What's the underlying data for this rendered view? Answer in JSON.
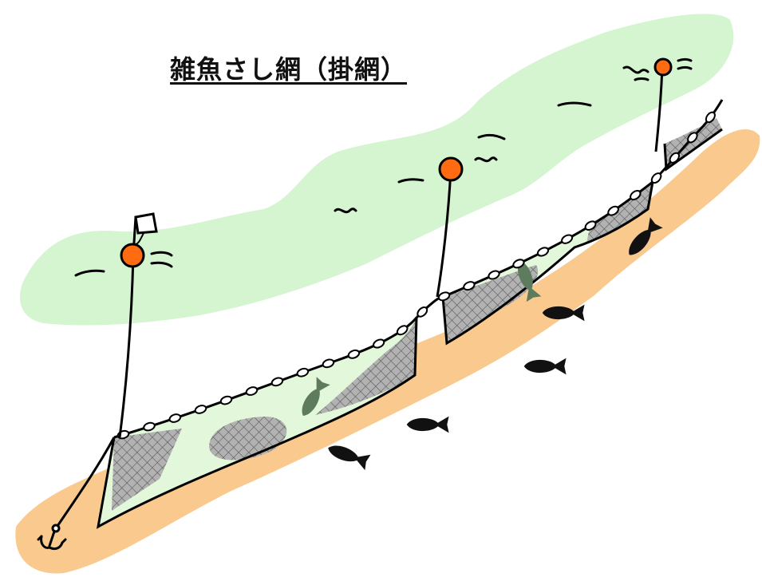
{
  "title": "雑魚さし網（掛網）",
  "colors": {
    "water_surface": "#d4f5d0",
    "seabed": "#f9c98e",
    "net_interior": "#e3f7da",
    "net_mesh": "#7b7b7b",
    "buoy": "#ff6b10",
    "fish": "#111111",
    "fish_in_net": "#5e7b5e",
    "outline": "#000000"
  },
  "components": {
    "float_buoys": 3,
    "net_panels": 3,
    "anchors": 1,
    "flags": 1,
    "fish_free": 5,
    "fish_in_net": 2
  },
  "icons": [
    "anchor-icon",
    "flag-icon",
    "buoy-icon",
    "fish-icon",
    "wave-icon"
  ]
}
